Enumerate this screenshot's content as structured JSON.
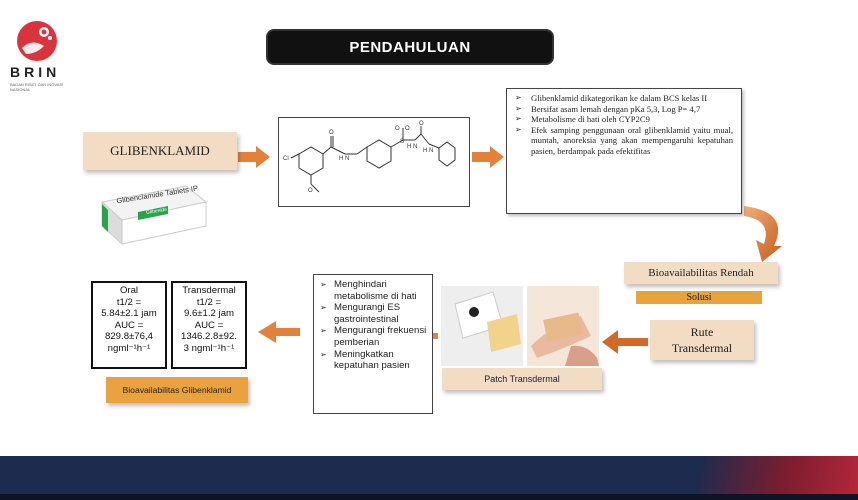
{
  "logo": {
    "name": "BRIN",
    "subtitle": "BADAN RISET DAN INOVASI NASIONAL"
  },
  "title": "PENDAHULUAN",
  "drug": {
    "label": "GLIBENKLAMID",
    "package_text": "Glibenclamide Tablets IP",
    "package_brand": "Glibenide 5"
  },
  "structure": {
    "atoms": [
      "Cl",
      "O",
      "H",
      "N",
      "S",
      "O",
      "O",
      "H",
      "N",
      "O",
      "H",
      "N",
      "O"
    ]
  },
  "info_points": [
    "Glibenklamid dikategorikan ke dalam BCS kelas II",
    "Bersifat asam lemah dengan pKa 5,3, Log P= 4,7",
    "Metabolisme di hati oleh CYP2C9",
    "Efek samping penggunaan oral glibenklamid yaitu mual, muntah, anoreksia yang akan mempengaruhi kepatuhan pasien, berdampak pada efektifitas"
  ],
  "bioavailability_low": "Bioavailabilitas Rendah",
  "solution": "Solusi",
  "route": {
    "line1": "Rute",
    "line2": "Transdermal"
  },
  "patch_label": "Patch Transdermal",
  "benefits": [
    "Menghindari metabolisme di hati",
    "Mengurangi ES gastrointestinal",
    "Mengurangi frekuensi pemberian",
    "Meningkatkan kepatuhan pasien"
  ],
  "pk_oral": {
    "header": "Oral",
    "t_label": "t1/2 =",
    "t_value": "5.84±2.1 jam",
    "auc_label": "AUC =",
    "auc_value": "829.8±76,4",
    "unit": "ngml⁻¹h⁻¹"
  },
  "pk_transdermal": {
    "header": "Transdermal",
    "t_label": "t1/2 =",
    "t_value": "9.6±1.2 jam",
    "auc_label": "AUC =",
    "auc_value": "1346.2.8±92.",
    "unit": "3 ngml⁻¹h⁻¹"
  },
  "bio_glib": "Bioavailabilitas Glibenklamid",
  "colors": {
    "arrow": "#e2823a",
    "accent": "#e8a33e",
    "box_fill": "#f2dcc4",
    "footer": "#1d2b4e",
    "logo": "#d9343b"
  }
}
